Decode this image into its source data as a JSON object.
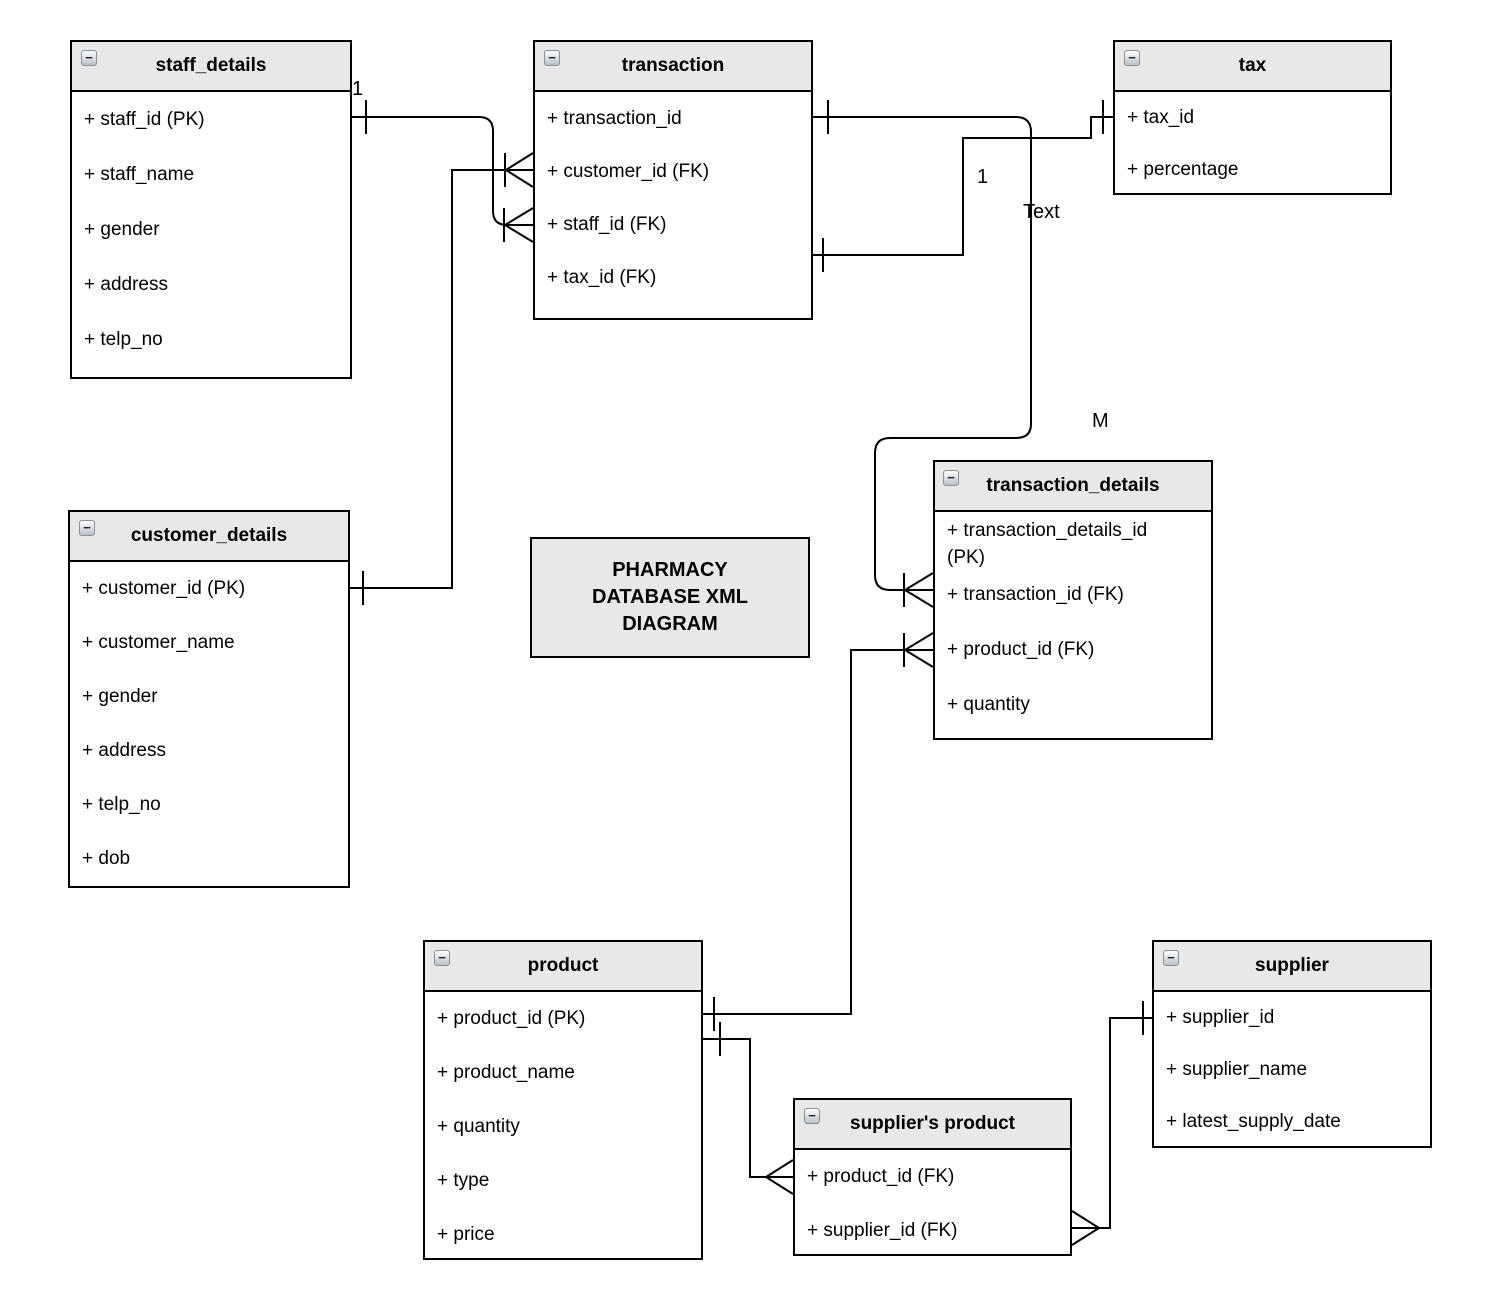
{
  "diagram_title": "PHARMACY DATABASE XML DIAGRAM",
  "icons": {
    "collapse_glyph": "−"
  },
  "colors": {
    "canvas_bg": "#ffffff",
    "entity_header_bg": "#e8e8e8",
    "entity_border": "#000000",
    "line": "#000000",
    "text": "#000000"
  },
  "entities": {
    "staff_details": {
      "title": "staff_details",
      "fields": [
        "+ staff_id (PK)",
        "+ staff_name",
        "+ gender",
        "+ address",
        "+ telp_no"
      ]
    },
    "transaction": {
      "title": "transaction",
      "fields": [
        "+ transaction_id",
        "+ customer_id (FK)",
        "+ staff_id (FK)",
        "+ tax_id (FK)"
      ]
    },
    "tax": {
      "title": "tax",
      "fields": [
        "+ tax_id",
        "+ percentage"
      ]
    },
    "customer_details": {
      "title": "customer_details",
      "fields": [
        "+ customer_id (PK)",
        "+ customer_name",
        "+ gender",
        "+ address",
        "+ telp_no",
        "+ dob"
      ]
    },
    "transaction_details": {
      "title": "transaction_details",
      "fields": [
        "+ transaction_details_id (PK)",
        "+ transaction_id (FK)",
        "+ product_id (FK)",
        "+ quantity"
      ]
    },
    "product": {
      "title": "product",
      "fields": [
        "+ product_id (PK)",
        "+ product_name",
        "+ quantity",
        "+ type",
        "+ price"
      ]
    },
    "suppliers_product": {
      "title": "supplier's product",
      "fields": [
        "+ product_id (FK)",
        "+ supplier_id (FK)"
      ]
    },
    "supplier": {
      "title": "supplier",
      "fields": [
        "+ supplier_id",
        "+ supplier_name",
        "+ latest_supply_date"
      ]
    }
  },
  "connector_labels": {
    "staff_one": "1",
    "tax_one": "1",
    "text_label": "Text",
    "many_m": "M"
  },
  "relationships": [
    {
      "from": "staff_details",
      "to": "transaction",
      "label": "1"
    },
    {
      "from": "customer_details",
      "to": "transaction",
      "label": ""
    },
    {
      "from": "transaction",
      "to": "transaction_details",
      "label": "Text / M"
    },
    {
      "from": "transaction",
      "to": "tax",
      "label": "1"
    },
    {
      "from": "product",
      "to": "transaction_details",
      "label": ""
    },
    {
      "from": "product",
      "to": "suppliers_product",
      "label": ""
    },
    {
      "from": "suppliers_product",
      "to": "supplier",
      "label": ""
    }
  ]
}
